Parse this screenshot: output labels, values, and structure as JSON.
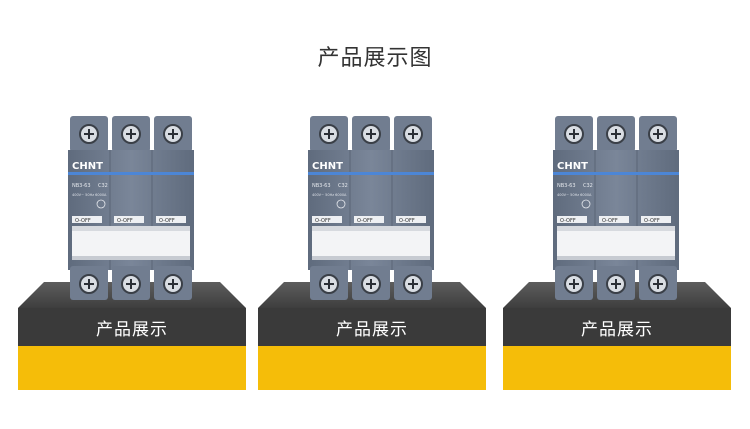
{
  "page": {
    "title": "产品展示图"
  },
  "products": [
    {
      "pedestal_label": "产品展示",
      "breaker": {
        "brand": "CHNT",
        "model": "NB3-63",
        "rating": "C32",
        "specs": "400V~  50Hz  6000A",
        "poles": [
          "O-OFF",
          "O-OFF",
          "O-OFF"
        ]
      }
    },
    {
      "pedestal_label": "产品展示",
      "breaker": {
        "brand": "CHNT",
        "model": "NB3-63",
        "rating": "C32",
        "specs": "400V~  50Hz  6000A",
        "poles": [
          "O-OFF",
          "O-OFF",
          "O-OFF"
        ]
      }
    },
    {
      "pedestal_label": "产品展示",
      "breaker": {
        "brand": "CHNT",
        "model": "NB3-63",
        "rating": "C32",
        "specs": "400V~  50Hz  6000A",
        "poles": [
          "O-OFF",
          "O-OFF",
          "O-OFF"
        ]
      }
    }
  ],
  "colors": {
    "breaker_body": "#6f7c8f",
    "accent_stripe": "#4c86d6",
    "pedestal_dark": "#3a3a3a",
    "pedestal_yellow": "#f5bd09",
    "label_white": "#ffffff"
  }
}
